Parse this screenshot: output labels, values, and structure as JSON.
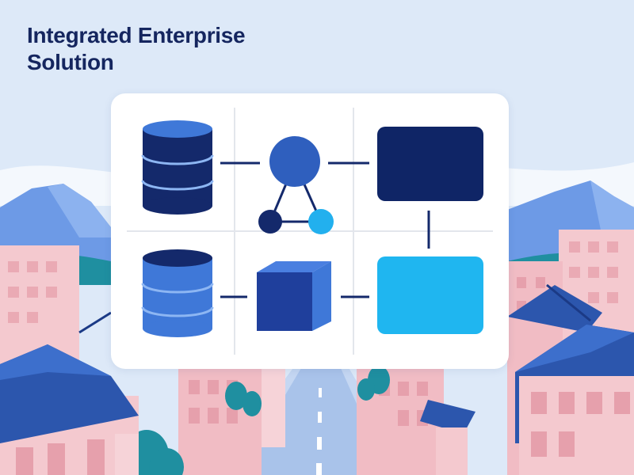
{
  "title": {
    "line1": "Integrated Enterprise",
    "line2": "Solution"
  },
  "colors": {
    "sky": "#dde9f8",
    "navy": "#14296b",
    "deep_navy": "#0f2566",
    "royal_blue": "#2f5fbe",
    "mid_blue": "#3f78d8",
    "sky_blue": "#22b0ee",
    "cyan": "#1fb6f0",
    "title_text": "#15265f",
    "divider": "#e3e6ec",
    "building_pink": "#f4c9cf",
    "roof_blue": "#2c56ad",
    "hill_blue": "#6d9ae6",
    "tree_teal": "#1f8fa0",
    "road": "#a9c3ea"
  },
  "diagram": {
    "nodes": [
      {
        "id": "database-top",
        "shape": "database-icon",
        "color": "navy"
      },
      {
        "id": "network-graph",
        "shape": "network-graph-icon",
        "color": "royal_blue"
      },
      {
        "id": "module-dark",
        "shape": "rounded-rectangle",
        "color": "deep_navy"
      },
      {
        "id": "database-bottom",
        "shape": "database-icon",
        "color": "mid_blue"
      },
      {
        "id": "cube",
        "shape": "cube-icon",
        "color": "royal_blue"
      },
      {
        "id": "module-light",
        "shape": "rounded-rectangle",
        "color": "cyan"
      }
    ],
    "connectors": [
      {
        "from": "database-top",
        "to": "network-graph"
      },
      {
        "from": "network-graph",
        "to": "module-dark"
      },
      {
        "from": "module-dark",
        "to": "module-light"
      },
      {
        "from": "database-bottom",
        "to": "cube"
      },
      {
        "from": "cube",
        "to": "module-light"
      }
    ]
  }
}
